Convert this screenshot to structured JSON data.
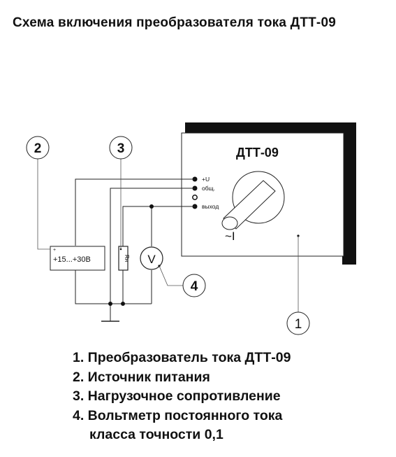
{
  "title": "Схема включения преобразователя тока  ДТТ-09",
  "device": {
    "name": "ДТТ-09",
    "terminals": [
      "+U",
      "общ.",
      "",
      "выход"
    ],
    "current_symbol": "~I"
  },
  "power_supply": {
    "label": "+15...+30В"
  },
  "resistor_label": "Rн",
  "voltmeter_symbol": "V",
  "callouts": [
    "1",
    "2",
    "3",
    "4"
  ],
  "legend": [
    "1. Преобразователь тока  ДТТ-09",
    "2. Источник питания",
    "3. Нагрузочное сопротивление",
    "4. Вольтметр постоянного тока",
    "класса точности 0,1"
  ]
}
